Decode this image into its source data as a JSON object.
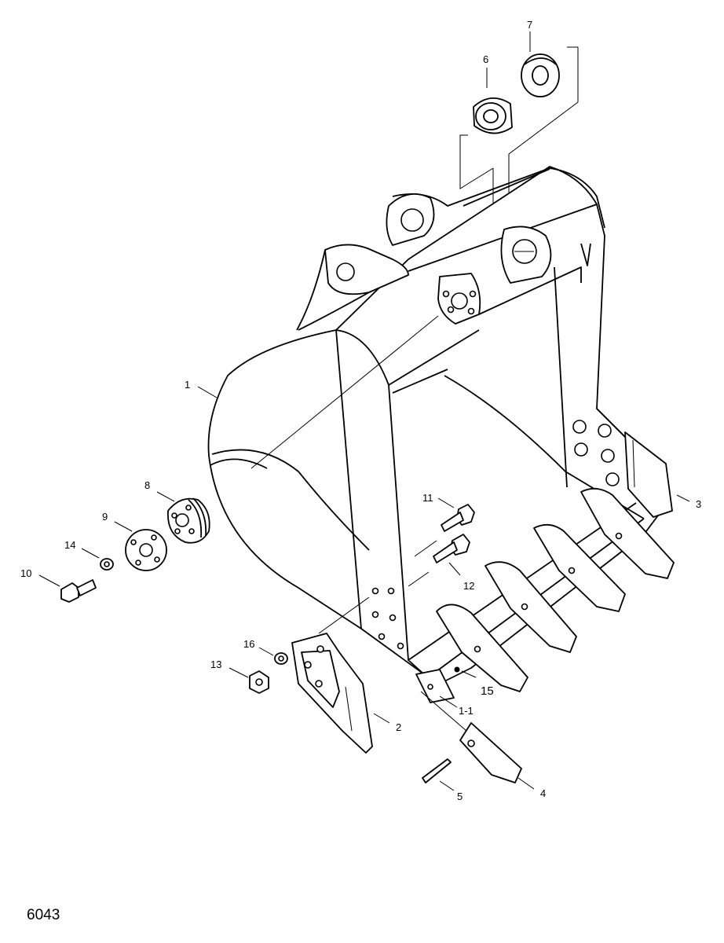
{
  "drawing": {
    "id": "6043",
    "callouts": [
      {
        "key": "c1",
        "label": "1"
      },
      {
        "key": "c1_1",
        "label": "1-1"
      },
      {
        "key": "c2",
        "label": "2"
      },
      {
        "key": "c3",
        "label": "3"
      },
      {
        "key": "c4",
        "label": "4"
      },
      {
        "key": "c5",
        "label": "5"
      },
      {
        "key": "c6",
        "label": "6"
      },
      {
        "key": "c7",
        "label": "7"
      },
      {
        "key": "c8",
        "label": "8"
      },
      {
        "key": "c9",
        "label": "9"
      },
      {
        "key": "c10",
        "label": "10"
      },
      {
        "key": "c11",
        "label": "11"
      },
      {
        "key": "c12",
        "label": "12"
      },
      {
        "key": "c13",
        "label": "13"
      },
      {
        "key": "c14",
        "label": "14"
      },
      {
        "key": "c15",
        "label": "15"
      },
      {
        "key": "c16",
        "label": "16"
      }
    ]
  }
}
